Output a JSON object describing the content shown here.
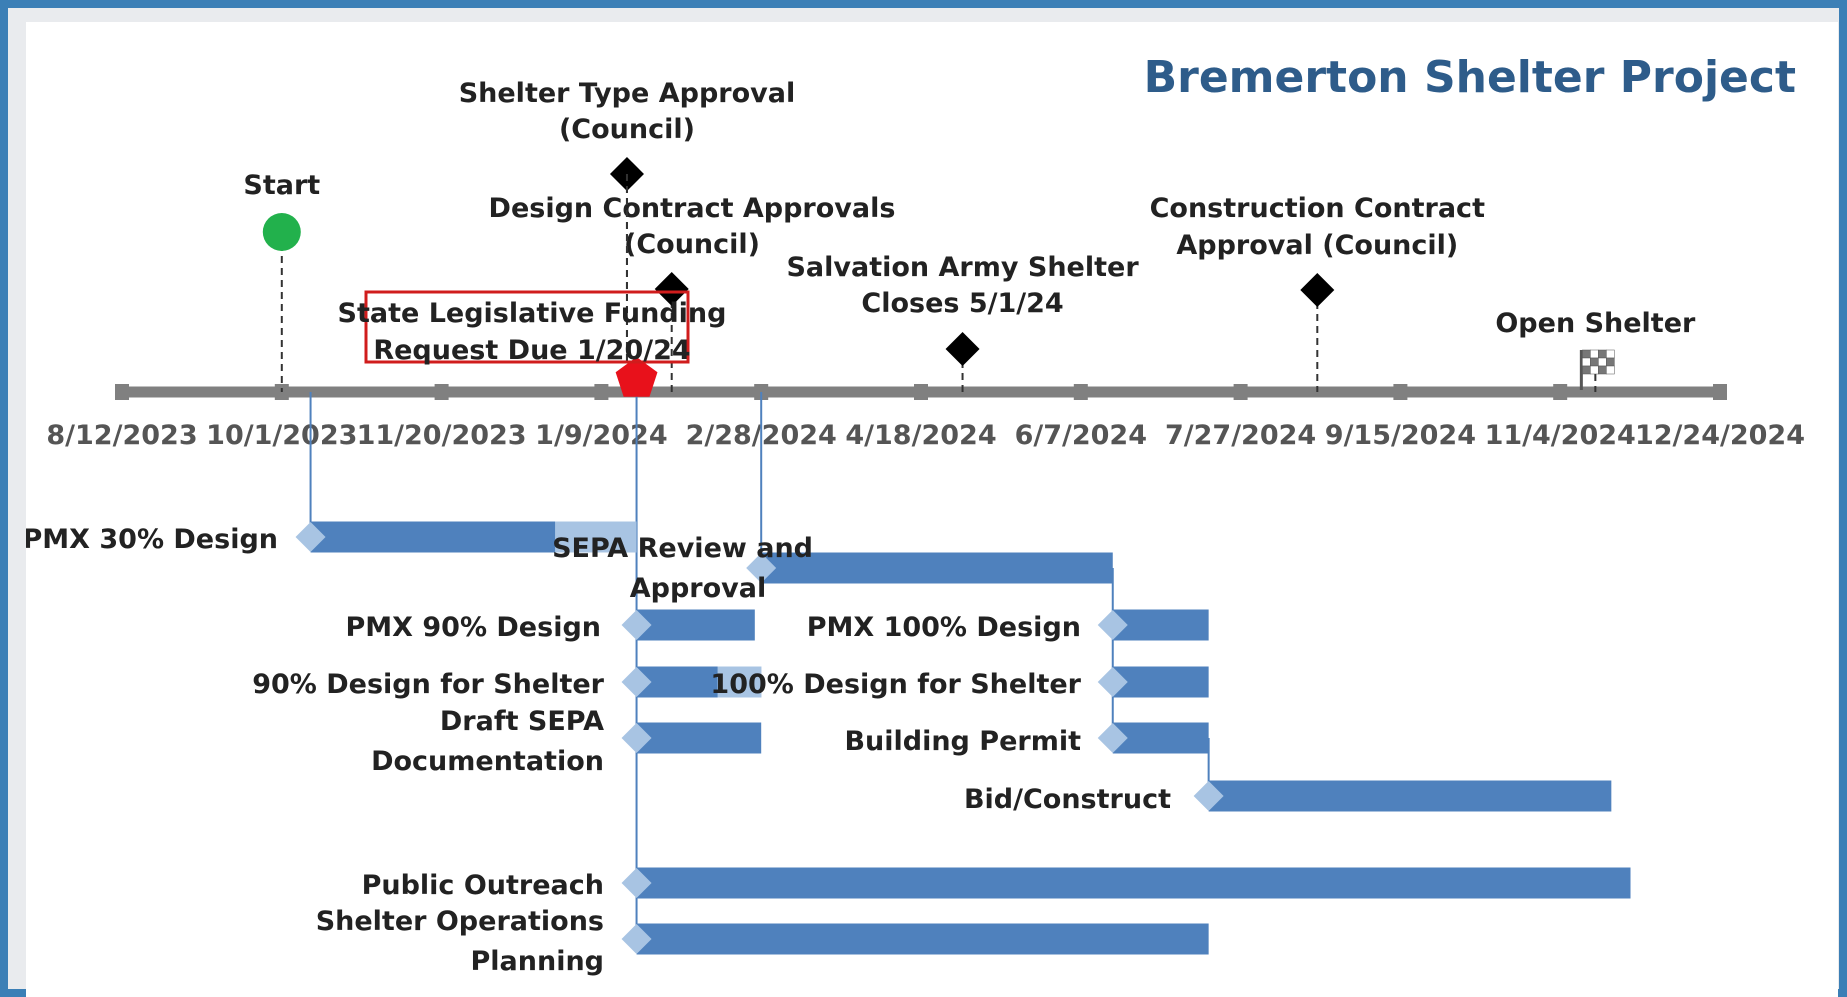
{
  "chart_data": {
    "type": "gantt",
    "title": "Bremerton Shelter Project",
    "axis": {
      "x_range": [
        "2023-08-12",
        "2024-12-24"
      ],
      "ticks": [
        {
          "date": "2023-08-12",
          "label": "8/12/2023"
        },
        {
          "date": "2023-10-01",
          "label": "10/1/2023"
        },
        {
          "date": "2023-11-20",
          "label": "11/20/2023"
        },
        {
          "date": "2024-01-09",
          "label": "1/9/2024"
        },
        {
          "date": "2024-02-28",
          "label": "2/28/2024"
        },
        {
          "date": "2024-04-18",
          "label": "4/18/2024"
        },
        {
          "date": "2024-06-07",
          "label": "6/7/2024"
        },
        {
          "date": "2024-07-27",
          "label": "7/27/2024"
        },
        {
          "date": "2024-09-15",
          "label": "9/15/2024"
        },
        {
          "date": "2024-11-04",
          "label": "11/4/2024"
        },
        {
          "date": "2024-12-24",
          "label": "12/24/2024"
        }
      ]
    },
    "milestones": [
      {
        "name": "Start",
        "lines": [
          "Start"
        ],
        "date": "2023-10-01",
        "shape": "circle",
        "color": "#22b14c"
      },
      {
        "name": "Shelter Type Approval (Council)",
        "lines": [
          "Shelter Type Approval",
          "(Council)"
        ],
        "date": "2024-01-17",
        "shape": "diamond",
        "color": "#000000"
      },
      {
        "name": "Design Contract Approvals (Council)",
        "lines": [
          "Design Contract Approvals",
          "(Council)"
        ],
        "date": "2024-01-31",
        "shape": "diamond",
        "color": "#000000"
      },
      {
        "name": "State Legislative Funding Request Due 1/20/24",
        "lines": [
          "State Legislative Funding",
          "Request Due 1/20/24"
        ],
        "date": "2024-01-20",
        "shape": "pentagon",
        "color": "#e8111b",
        "boxed": true,
        "box_color": "#d01c1c"
      },
      {
        "name": "Salvation Army Shelter Closes 5/1/24",
        "lines": [
          "Salvation Army Shelter",
          "Closes 5/1/24"
        ],
        "date": "2024-05-01",
        "shape": "diamond",
        "color": "#000000"
      },
      {
        "name": "Construction Contract Approval (Council)",
        "lines": [
          "Construction Contract",
          "Approval (Council)"
        ],
        "date": "2024-08-20",
        "shape": "diamond",
        "color": "#000000"
      },
      {
        "name": "Open Shelter",
        "lines": [
          "Open Shelter"
        ],
        "date": "2024-11-15",
        "shape": "flag",
        "color": "#888888"
      }
    ],
    "tasks": [
      {
        "name": "PMX 30% Design",
        "lines": [
          "PMX 30% Design"
        ],
        "start": "2023-10-10",
        "end": "2024-01-20",
        "progress": 0.75
      },
      {
        "name": "SEPA Review and Approval",
        "lines": [
          "SEPA Review and",
          "Approval"
        ],
        "start": "2024-02-28",
        "end": "2024-06-17",
        "progress": 0
      },
      {
        "name": "PMX 90% Design",
        "lines": [
          "PMX 90% Design"
        ],
        "start": "2024-01-20",
        "end": "2024-02-26",
        "progress": 0
      },
      {
        "name": "PMX 100% Design",
        "lines": [
          "PMX 100% Design"
        ],
        "start": "2024-06-17",
        "end": "2024-07-17",
        "progress": 0
      },
      {
        "name": "90% Design for Shelter",
        "lines": [
          "90% Design for Shelter"
        ],
        "start": "2024-01-20",
        "end": "2024-02-28",
        "progress": 0.65
      },
      {
        "name": "100% Design for Shelter",
        "lines": [
          "100% Design for Shelter"
        ],
        "start": "2024-06-17",
        "end": "2024-07-17",
        "progress": 0
      },
      {
        "name": "Draft SEPA Documentation",
        "lines": [
          "Draft SEPA",
          "Documentation"
        ],
        "start": "2024-01-20",
        "end": "2024-02-28",
        "progress": 0
      },
      {
        "name": "Building Permit",
        "lines": [
          "Building Permit"
        ],
        "start": "2024-06-17",
        "end": "2024-07-17",
        "progress": 0
      },
      {
        "name": "Bid/Construct",
        "lines": [
          "Bid/Construct"
        ],
        "start": "2024-07-17",
        "end": "2024-11-20",
        "progress": 0
      },
      {
        "name": "Public Outreach",
        "lines": [
          "Public Outreach"
        ],
        "start": "2024-01-20",
        "end": "2024-11-26",
        "progress": 0
      },
      {
        "name": "Shelter Operations Planning",
        "lines": [
          "Shelter Operations",
          "Planning"
        ],
        "start": "2024-01-20",
        "end": "2024-07-17",
        "progress": 0
      }
    ],
    "colors": {
      "bar": "#4f81bd",
      "bar_progress": "#a8c4e3",
      "axis": "#808080",
      "connector": "#4f81bd",
      "title": "#2e5c8a"
    }
  }
}
